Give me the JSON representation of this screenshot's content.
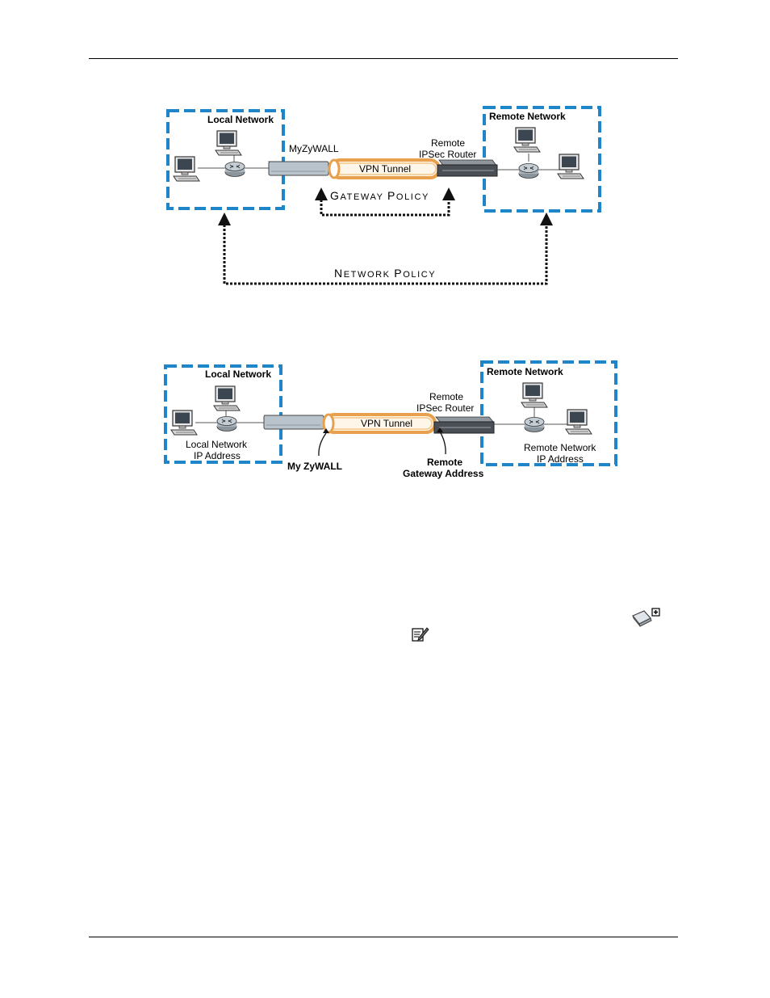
{
  "figure1": {
    "local_network": "Local Network",
    "remote_network": "Remote Network",
    "my_zywall": "MyZyWALL",
    "remote_router_line1": "Remote",
    "remote_router_line2": "IPSec Router",
    "vpn_tunnel": "VPN Tunnel",
    "gateway_policy_cap1": "G",
    "gateway_policy_rest1": "ATEWAY ",
    "gateway_policy_cap2": "P",
    "gateway_policy_rest2": "OLICY",
    "network_policy_cap1": "N",
    "network_policy_rest1": "ETWORK ",
    "network_policy_cap2": "P",
    "network_policy_rest2": "OLICY"
  },
  "figure2": {
    "local_network": "Local Network",
    "remote_network": "Remote Network",
    "remote_router_line1": "Remote",
    "remote_router_line2": "IPSec Router",
    "vpn_tunnel": "VPN Tunnel",
    "local_ip_line1": "Local Network",
    "local_ip_line2": "IP Address",
    "remote_ip_line1": "Remote Network",
    "remote_ip_line2": "IP Address",
    "my_zywall": "My ZyWALL",
    "remote_gateway_line1": "Remote",
    "remote_gateway_line2": "Gateway Address"
  },
  "colors": {
    "network_border": "#1e86c8",
    "tunnel": "#e8a04c",
    "device_light": "#b9c3cc",
    "device_dark": "#4a4f55"
  },
  "icons": [
    "add-gateway-policy-icon",
    "edit-icon"
  ]
}
